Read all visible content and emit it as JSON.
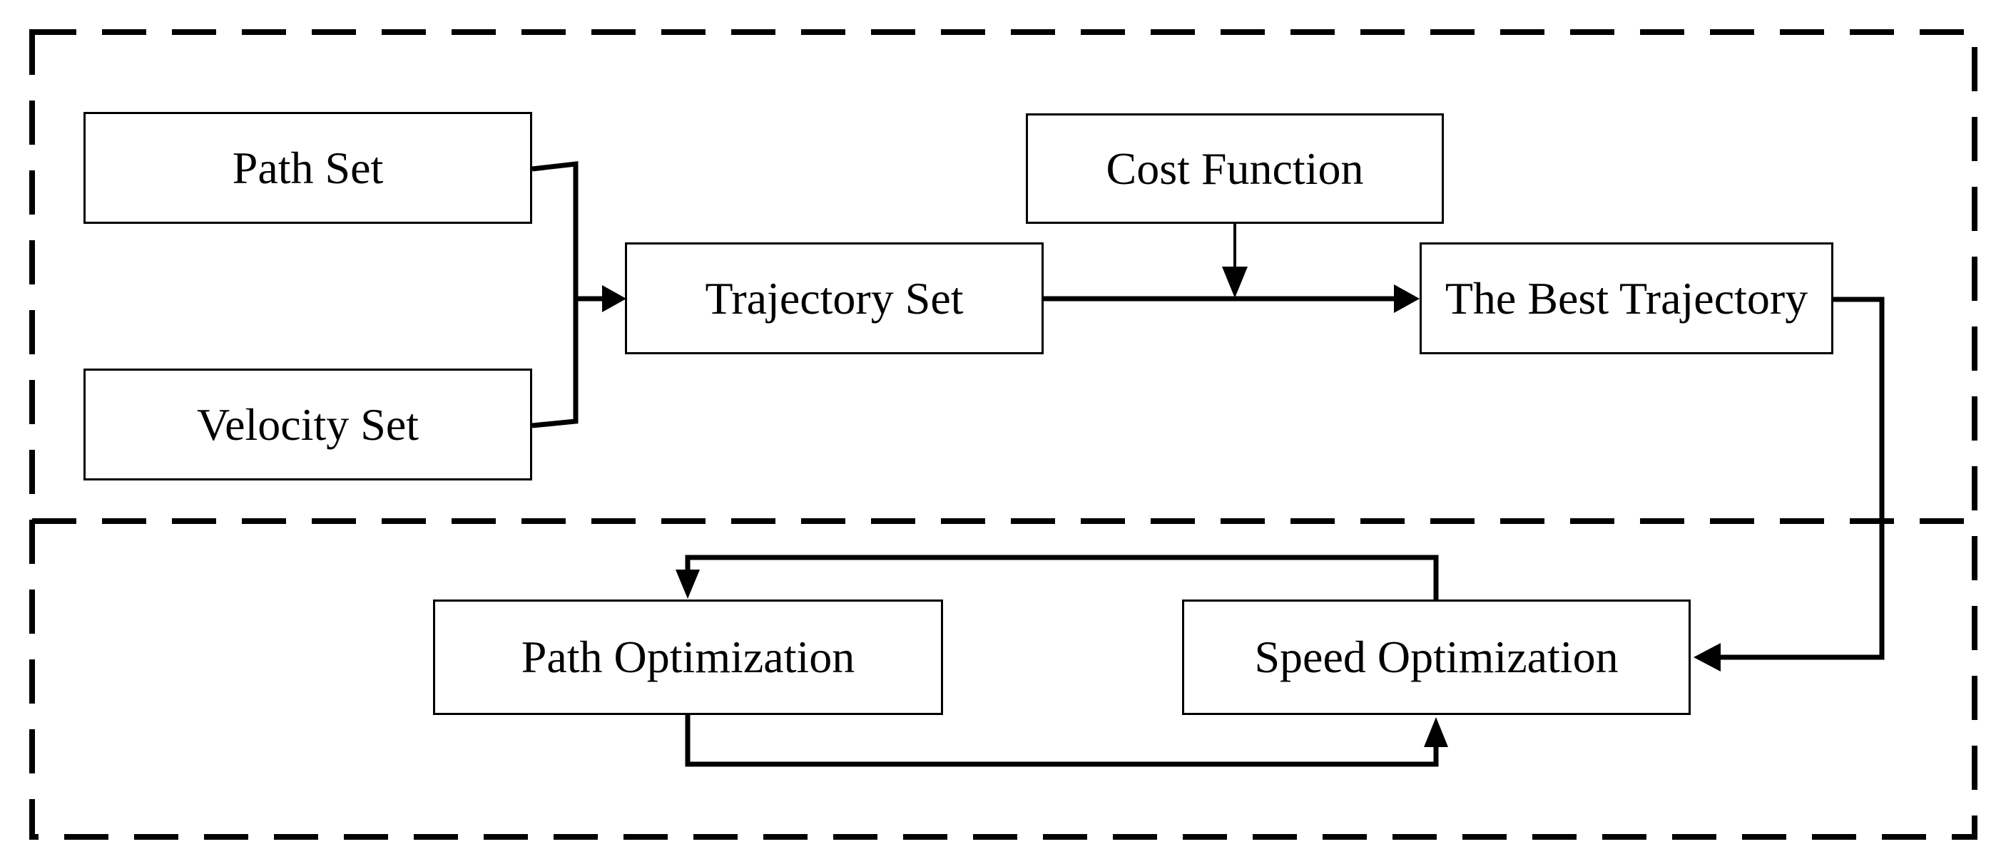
{
  "nodes": {
    "path_set": {
      "label": "Path Set"
    },
    "velocity_set": {
      "label": "Velocity Set"
    },
    "trajectory_set": {
      "label": "Trajectory Set"
    },
    "cost_function": {
      "label": "Cost Function"
    },
    "best_trajectory": {
      "label": "The Best Trajectory"
    },
    "path_optimization": {
      "label": "Path Optimization"
    },
    "speed_optimization": {
      "label": "Speed Optimization"
    }
  },
  "edges": [
    {
      "from": "Path Set",
      "to": "Trajectory Set"
    },
    {
      "from": "Velocity Set",
      "to": "Trajectory Set"
    },
    {
      "from": "Trajectory Set",
      "to": "The Best Trajectory"
    },
    {
      "from": "Cost Function",
      "to": "Trajectory Set → The Best Trajectory arrow"
    },
    {
      "from": "The Best Trajectory",
      "to": "Speed Optimization"
    },
    {
      "from": "Speed Optimization",
      "to": "Path Optimization"
    },
    {
      "from": "Path Optimization",
      "to": "Speed Optimization"
    }
  ],
  "colors": {
    "line": "#000000",
    "background": "#ffffff",
    "box_fill": "#ffffff"
  }
}
